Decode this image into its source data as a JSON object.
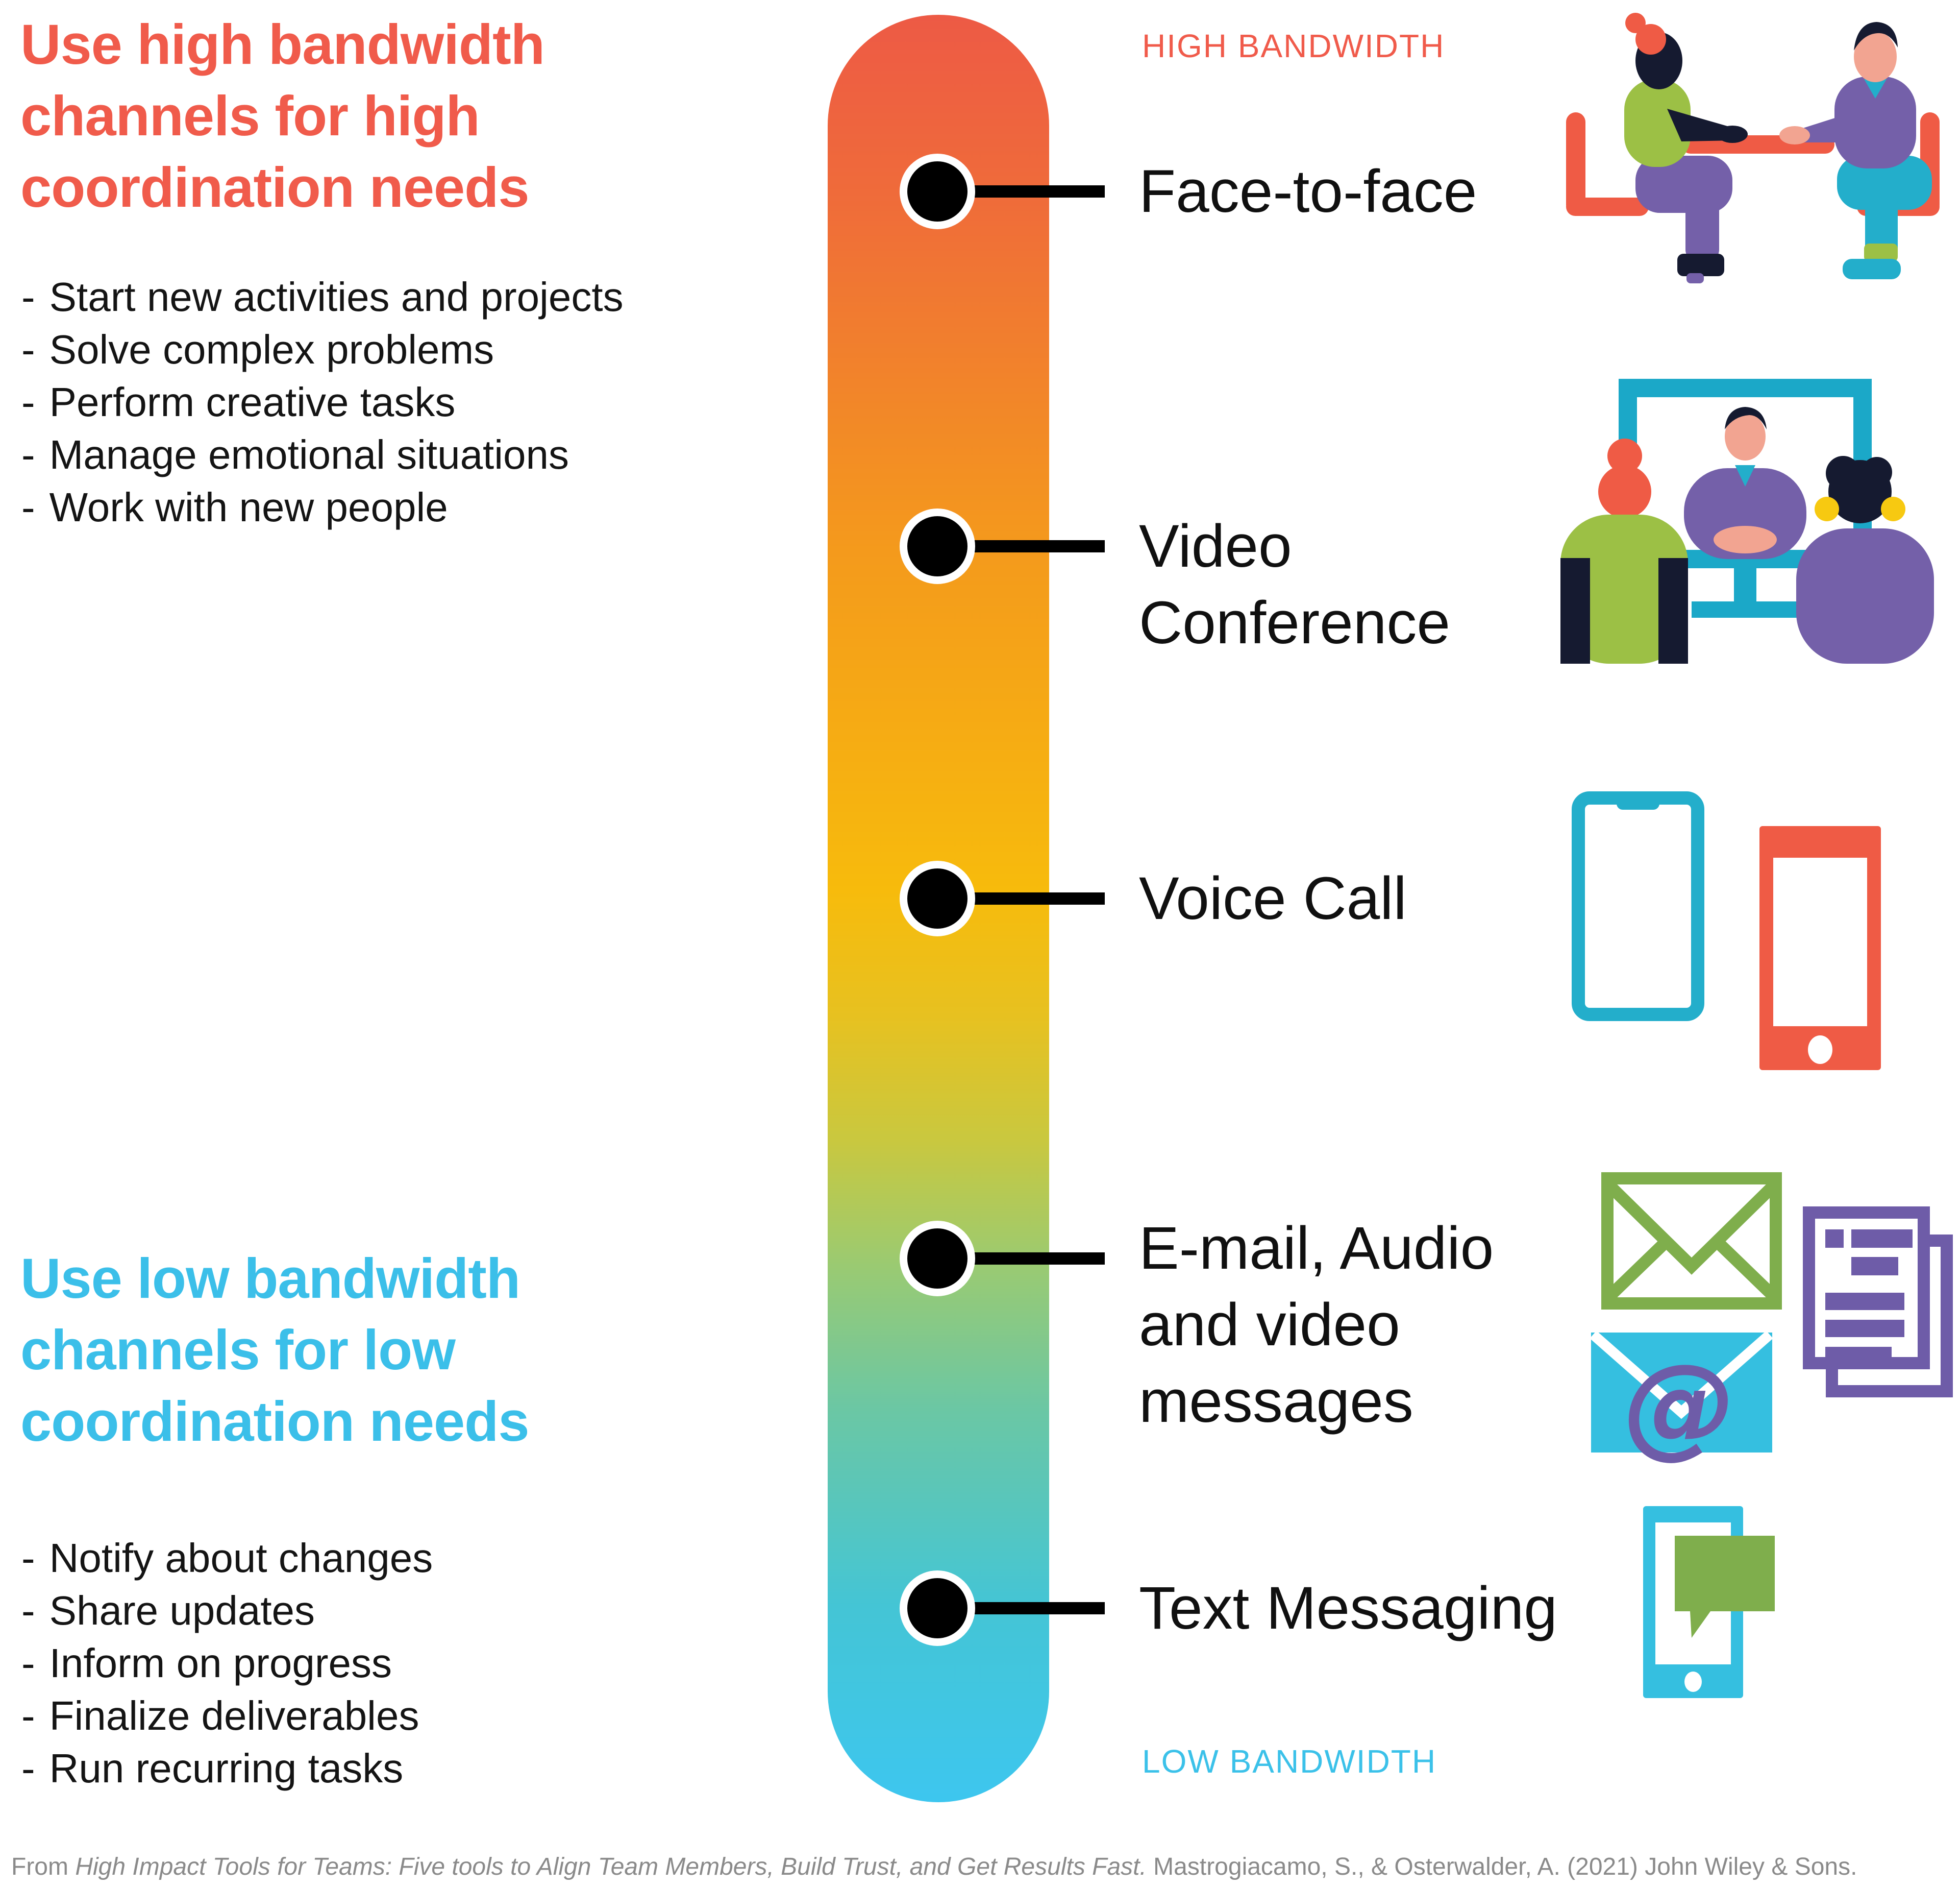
{
  "ui": {
    "dash": "-"
  },
  "high_section": {
    "heading": "Use high bandwidth\nchannels for high\ncoordination needs",
    "accent_color": "#F05B4B",
    "items": [
      "Start new activities and projects",
      "Solve complex problems",
      "Perform creative tasks",
      "Manage emotional situations",
      "Work with new people"
    ]
  },
  "low_section": {
    "heading": "Use low bandwidth\nchannels for low\ncoordination needs",
    "accent_color": "#3BBFE9",
    "items": [
      "Notify about changes",
      "Share updates",
      "Inform on progress",
      "Finalize deliverables",
      "Run recurring tasks"
    ]
  },
  "scale": {
    "high_label": "HIGH BANDWIDTH",
    "low_label": "LOW BANDWIDTH",
    "gradient_colors": [
      "#ED5A45",
      "#F49A1C",
      "#F7BB0C",
      "#C9C83F",
      "#9ACA72",
      "#6BC7A4",
      "#3DC6EF"
    ],
    "channels": [
      {
        "label": "Face-to-face"
      },
      {
        "label": "Video\nConference"
      },
      {
        "label": "Voice Call"
      },
      {
        "label": "E-mail, Audio\nand video\nmessages"
      },
      {
        "label": "Text Messaging"
      }
    ]
  },
  "icons": {
    "at_symbol": "@"
  },
  "palette": {
    "coral": "#EF5B45",
    "orange": "#F49A1C",
    "yellow": "#F7BB0C",
    "olive_green": "#9CC045",
    "leaf_green": "#7FAE4C",
    "teal": "#23AECB",
    "sky_cyan": "#35BFE0",
    "purple": "#7460A9",
    "doc_purple": "#6E5CA8",
    "navy": "#151A30",
    "skin": "#F2A491",
    "headphone_yellow": "#F7C911",
    "footer_gray": "#8A8A8A"
  },
  "footer": {
    "prefix": "From ",
    "title_italic": "High Impact Tools for Teams: Five tools to Align Team Members, Build Trust, and Get Results Fast.",
    "rest": " Mastrogiacamo, S., & Osterwalder, A. (2021) John Wiley & Sons."
  }
}
